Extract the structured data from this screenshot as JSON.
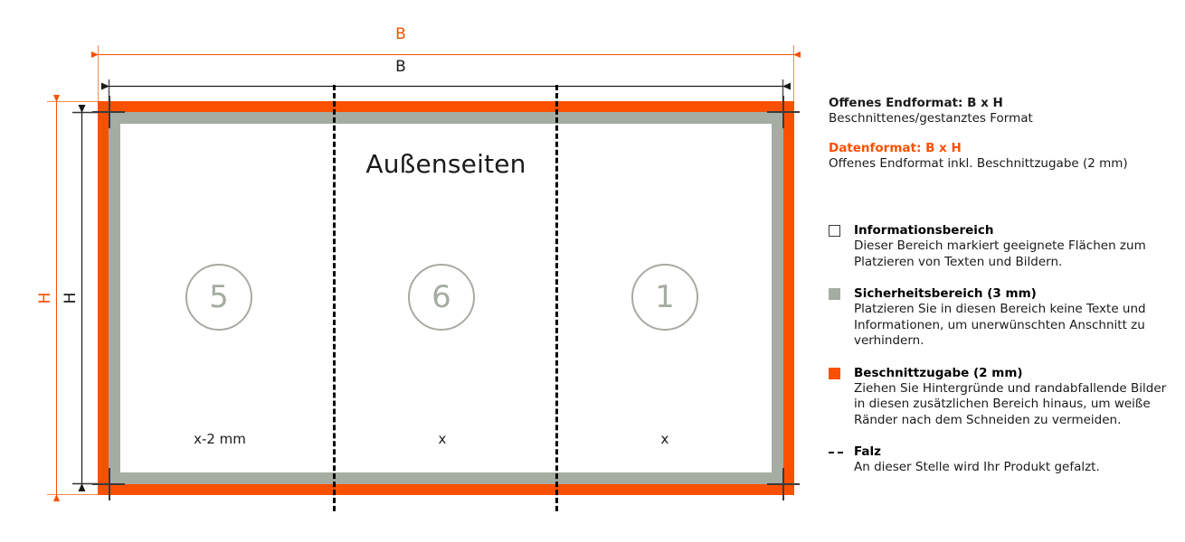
{
  "diagram": {
    "panel_title": "Außenseiten",
    "panels": [
      {
        "number": "5",
        "width_label": "x-2 mm"
      },
      {
        "number": "6",
        "width_label": "x"
      },
      {
        "number": "1",
        "width_label": "x"
      }
    ],
    "dimensions": {
      "bleed_width_label": "B",
      "bleed_height_label": "H",
      "trim_width_label": "B",
      "trim_height_label": "H"
    },
    "colors": {
      "bleed": "#FA5000",
      "safety": "#A5ACA2",
      "info": "#FFFFFF",
      "fold": "#000000"
    }
  },
  "legend": {
    "formats": [
      {
        "title": "Offenes Endformat: B x H",
        "description": "Beschnittenes/gestanztes Format",
        "color": "#1a1a1a"
      },
      {
        "title": "Datenformat: B x H",
        "description": "Offenes Endformat inkl. Beschnittzugabe (2 mm)",
        "color": "#FA5000"
      }
    ],
    "areas": [
      {
        "swatch": "outline-square-icon",
        "title": "Informationsbereich",
        "description": "Dieser Bereich markiert geeignete Flächen zum Platzieren von Texten und Bildern."
      },
      {
        "swatch": "gray-square-icon",
        "title": "Sicherheitsbereich (3 mm)",
        "description": "Platzieren Sie in diesen Bereich keine Texte und Informationen, um unerwünschten Anschnitt zu verhindern."
      },
      {
        "swatch": "orange-square-icon",
        "title": "Beschnittzugabe (2 mm)",
        "description": "Ziehen Sie Hintergründe und randabfallende Bilder in diesen zusätzlichen Bereich hinaus, um weiße Ränder nach dem Schneiden zu vermeiden."
      },
      {
        "swatch": "dashed-line-icon",
        "title": "Falz",
        "description": "An dieser Stelle wird Ihr Produkt gefalzt."
      }
    ]
  }
}
